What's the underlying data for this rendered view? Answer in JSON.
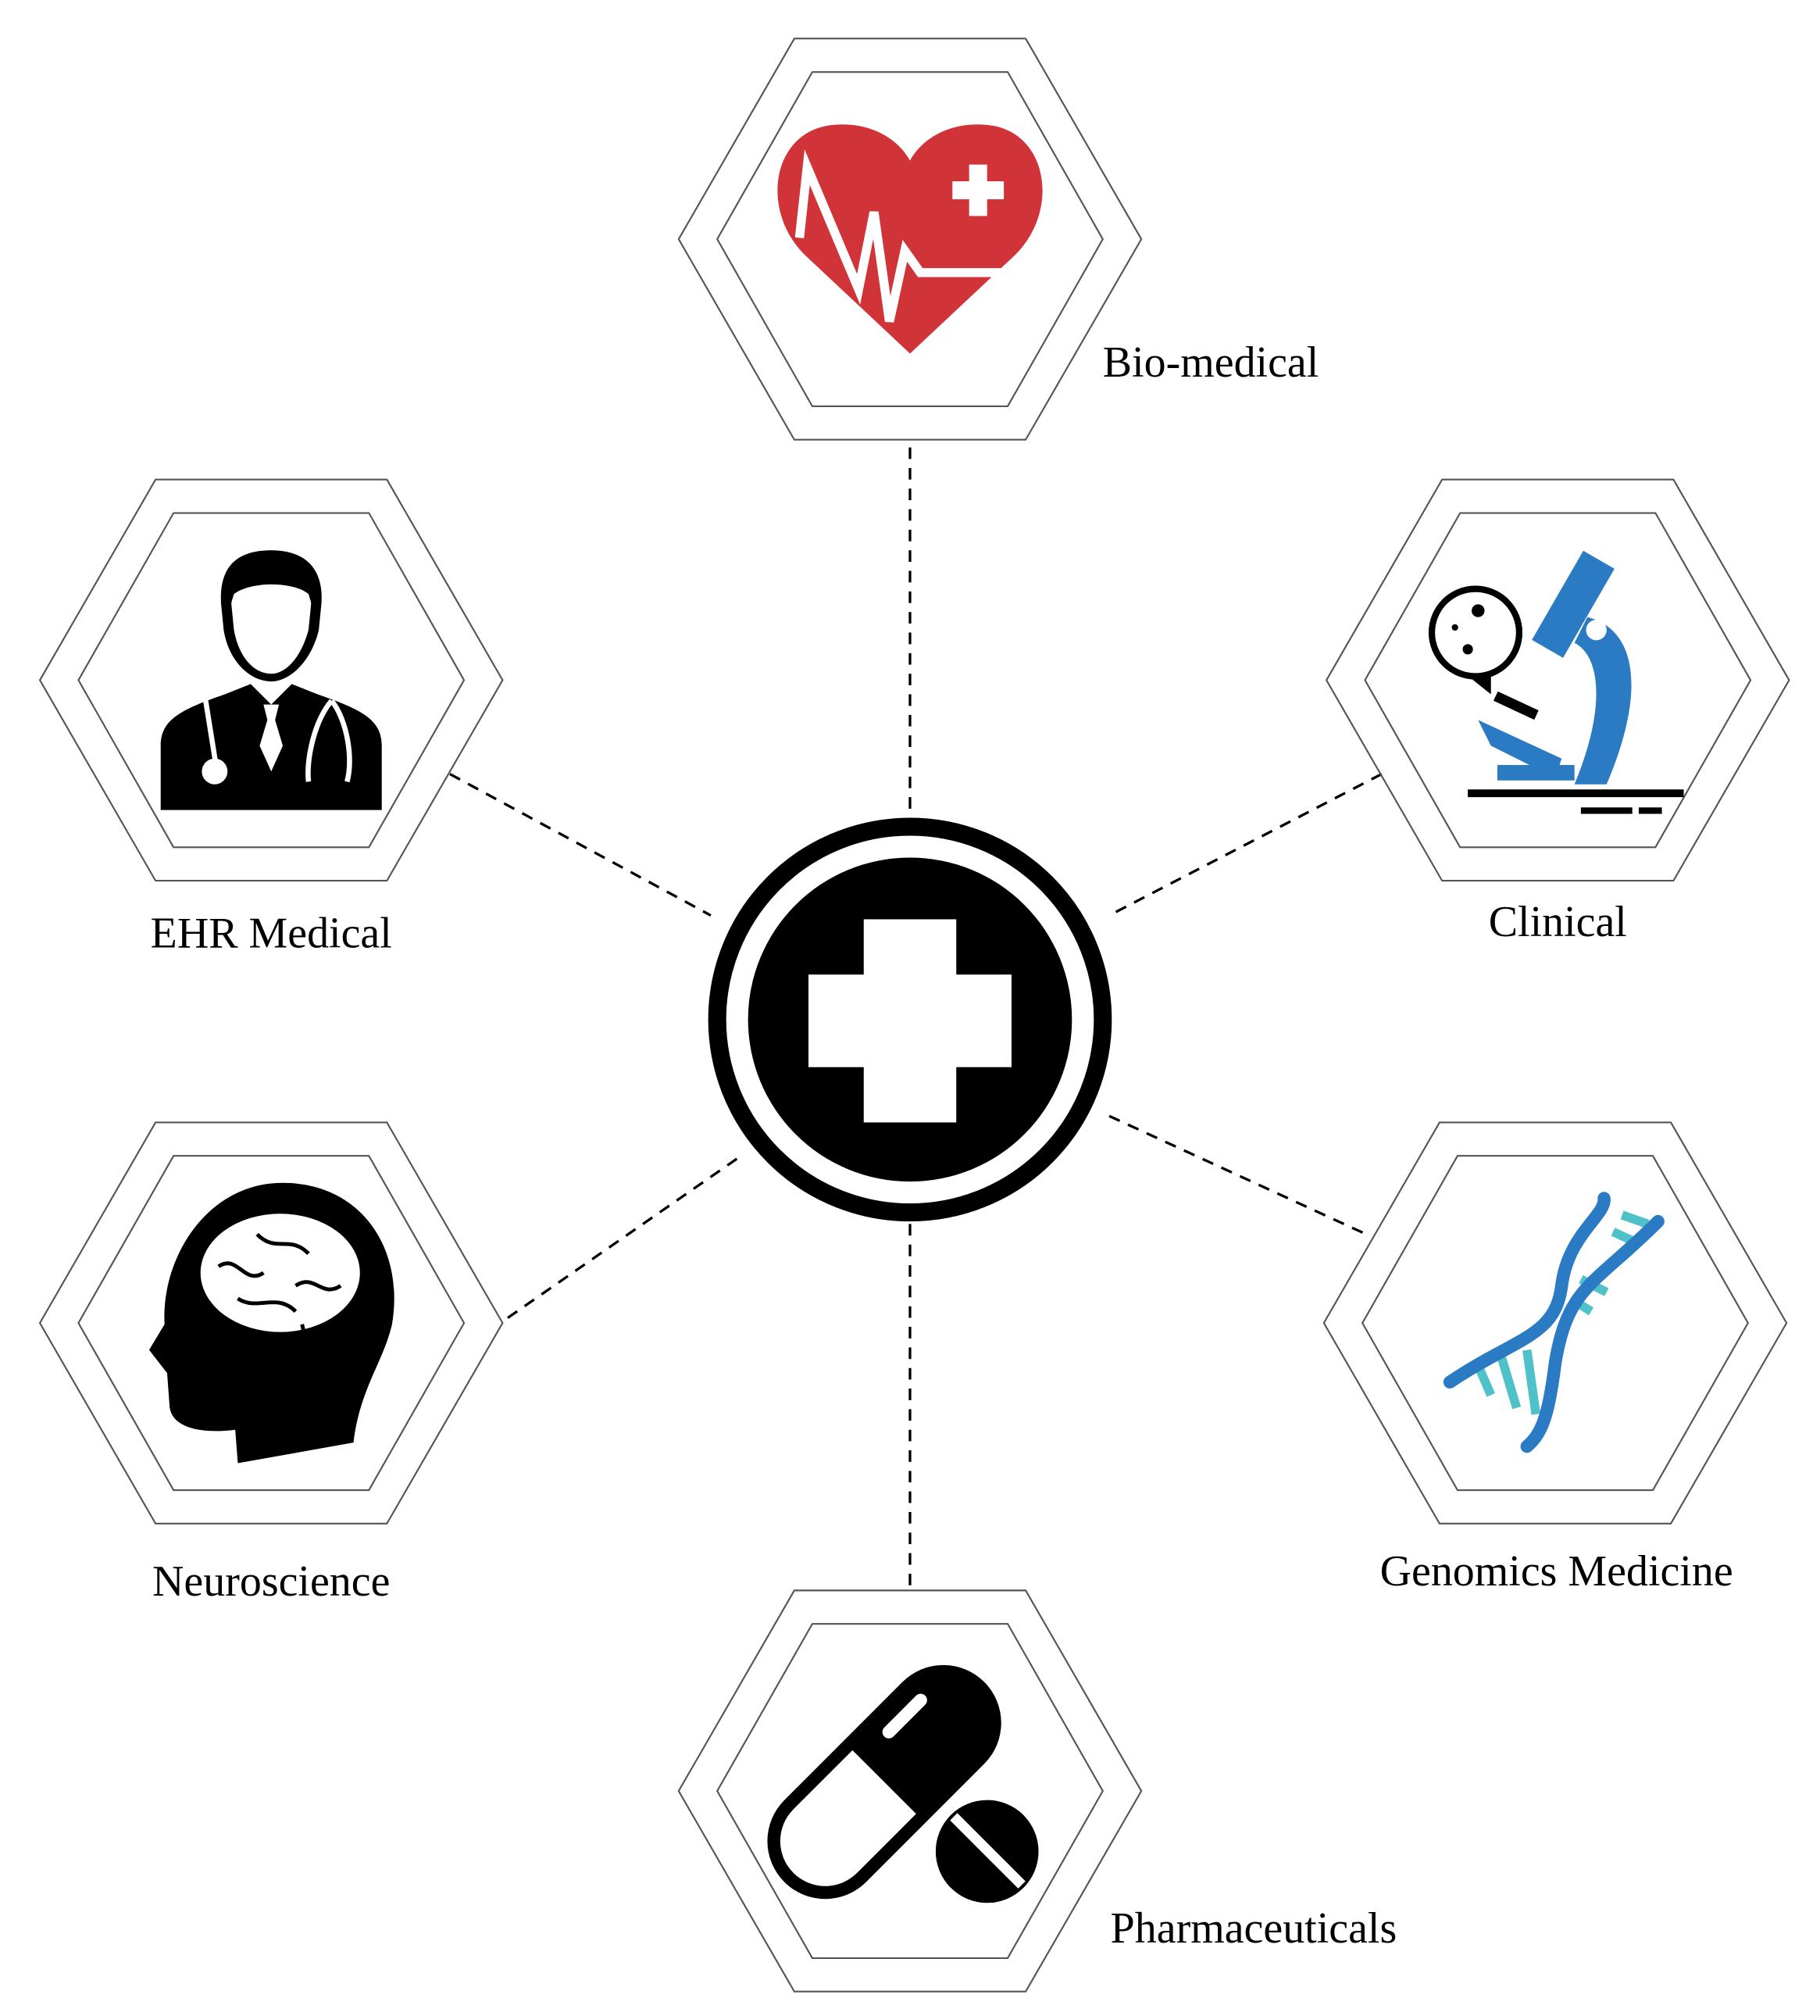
{
  "center": {
    "icon": "medical-cross-icon"
  },
  "nodes": [
    {
      "id": "bio-medical",
      "label": "Bio-medical",
      "icon": "heart-pulse-icon",
      "color": "#d13438"
    },
    {
      "id": "ehr-medical",
      "label": "EHR Medical",
      "icon": "doctor-icon",
      "color": "#000000"
    },
    {
      "id": "clinical",
      "label": "Clinical",
      "icon": "microscope-icon",
      "color": "#2b7bc4"
    },
    {
      "id": "neuroscience",
      "label": "Neuroscience",
      "icon": "brain-head-icon",
      "color": "#000000"
    },
    {
      "id": "genomics-medicine",
      "label": "Genomics Medicine",
      "icon": "dna-icon",
      "color": "#2b7bc4"
    },
    {
      "id": "pharmaceuticals",
      "label": "Pharmaceuticals",
      "icon": "pill-icon",
      "color": "#000000"
    }
  ]
}
